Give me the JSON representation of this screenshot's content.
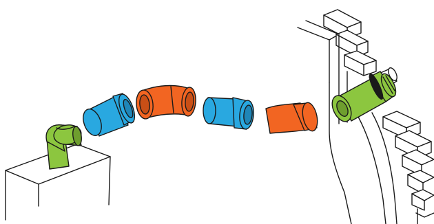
{
  "colors": {
    "green": "#8cc63f",
    "green_dark": "#6e9e2e",
    "blue": "#29a8e0",
    "blue_dark": "#1f86b8",
    "orange": "#f26522",
    "orange_dark": "#c94f16",
    "line": "#1a1a1a",
    "background": "#ffffff"
  },
  "components": [
    "boiler",
    "green-elbow-connector",
    "blue-straight-pipe",
    "orange-bend-pipe",
    "blue-straight-pipe",
    "orange-bend-pipe",
    "green-wall-terminal",
    "brick-wall"
  ]
}
